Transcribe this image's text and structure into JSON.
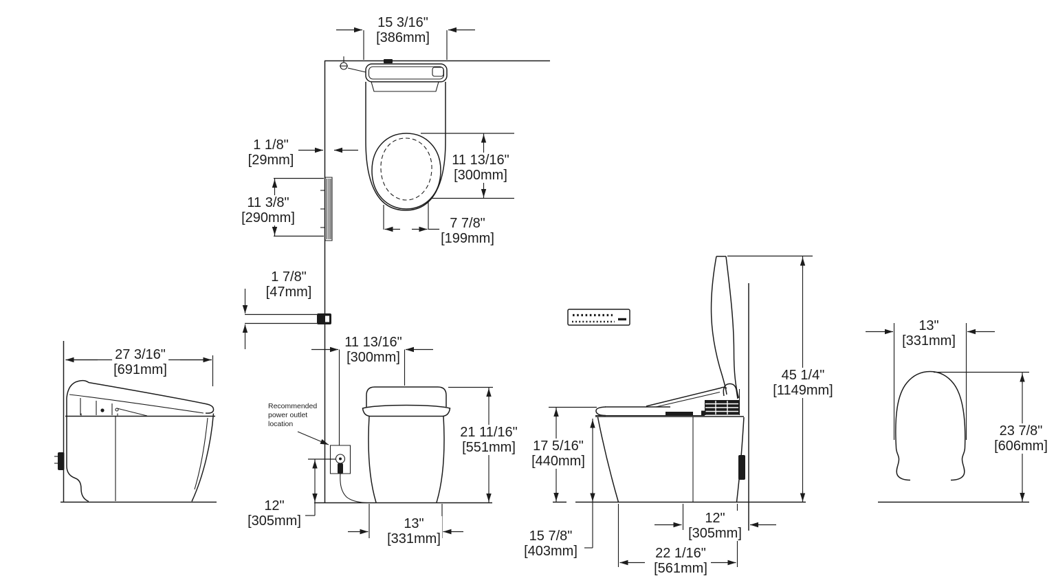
{
  "drawing_type": "toilet dimensional drawing (5 orthographic views)",
  "colors": {
    "line": "#1c1c1c",
    "background": "#ffffff"
  },
  "dimensions": {
    "top": {
      "width": {
        "in": "15 3/16\"",
        "mm": "[386mm]"
      },
      "wall_offset": {
        "in": "1 1/8\"",
        "mm": "[29mm]"
      },
      "mount_plate": {
        "in": "11 3/8\"",
        "mm": "[290mm]"
      },
      "bowl_length": {
        "in": "11 13/16\"",
        "mm": "[300mm]"
      },
      "bowl_width": {
        "in": "7 7/8\"",
        "mm": "[199mm]"
      }
    },
    "rear": {
      "supply_protrusion": {
        "in": "1 7/8\"",
        "mm": "[47mm]"
      },
      "wall_to_centerline": {
        "in": "11 13/16\"",
        "mm": "[300mm]"
      },
      "height": {
        "in": "21 11/16\"",
        "mm": "[551mm]"
      },
      "outlet_height": {
        "in": "12\"",
        "mm": "[305mm]"
      },
      "base_width": {
        "in": "13\"",
        "mm": "[331mm]"
      }
    },
    "side_closed": {
      "depth": {
        "in": "27 3/16\"",
        "mm": "[691mm]"
      }
    },
    "side_open": {
      "open_lid_height": {
        "in": "45 1/4\"",
        "mm": "[1149mm]"
      },
      "seat_height": {
        "in": "17 5/16\"",
        "mm": "[440mm]"
      },
      "rough_in": {
        "in": "12\"",
        "mm": "[305mm]"
      },
      "rim_height": {
        "in": "15 7/8\"",
        "mm": "[403mm]"
      },
      "base_depth": {
        "in": "22 1/16\"",
        "mm": "[561mm]"
      }
    },
    "lid_front": {
      "width": {
        "in": "13\"",
        "mm": "[331mm]"
      },
      "height": {
        "in": "23 7/8\"",
        "mm": "[606mm]"
      }
    }
  },
  "annotations": {
    "power_outlet_note": "Recommended power outlet location"
  }
}
